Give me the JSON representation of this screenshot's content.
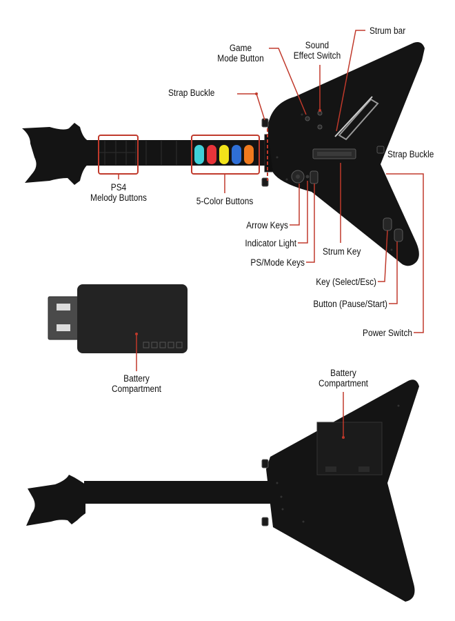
{
  "colors": {
    "guitar_body": "#141414",
    "leader_line": "#c0392b",
    "fret_colors": [
      "#3fd0d8",
      "#e8343a",
      "#f2e31a",
      "#2f6fd6",
      "#f07a1e"
    ]
  },
  "top_view": {
    "labels": {
      "game_mode_button": [
        "Game",
        "Mode Button"
      ],
      "sound_effect_switch": [
        "Sound",
        "Effect Switch"
      ],
      "strum_bar": "Strum bar",
      "strap_buckle_left": "Strap Buckle",
      "strap_buckle_right": "Strap Buckle",
      "ps4_melody_buttons": [
        "PS4",
        "Melody Buttons"
      ],
      "five_color_buttons": "5-Color Buttons",
      "arrow_keys": "Arrow Keys",
      "indicator_light": "Indicator Light",
      "ps_mode_keys": "PS/Mode Keys",
      "strum_key": "Strum Key",
      "key_select_esc": "Key (Select/Esc)",
      "button_pause_start": "Button (Pause/Start)",
      "power_switch": "Power Switch"
    }
  },
  "dongle": {
    "label": [
      "Battery",
      "Compartment"
    ]
  },
  "back_view": {
    "label": [
      "Battery",
      "Compartment"
    ]
  }
}
